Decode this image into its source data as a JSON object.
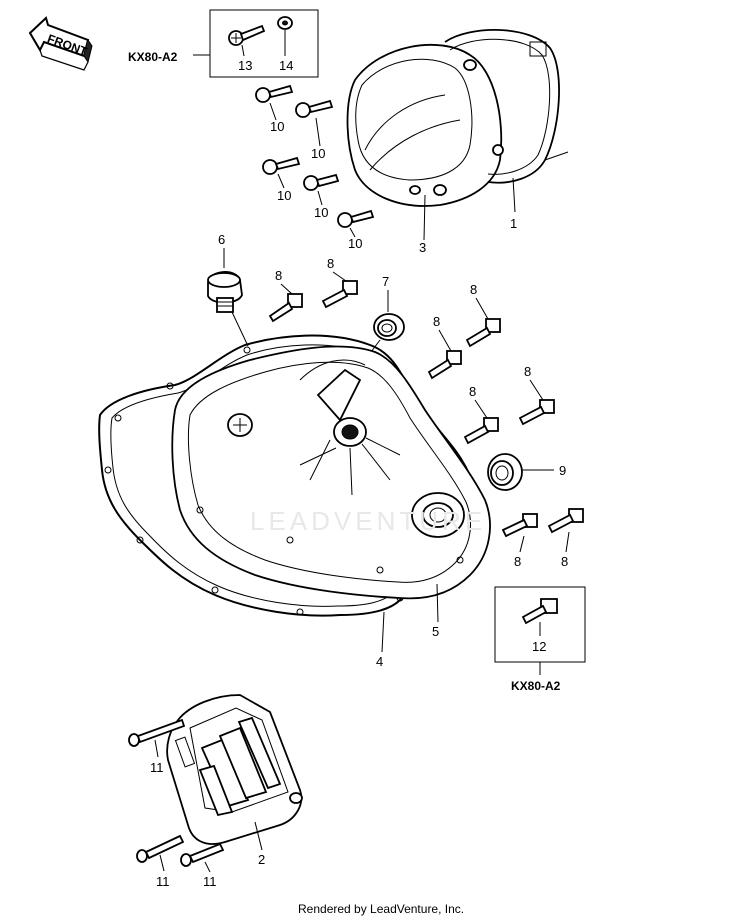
{
  "front_label": "FRONT",
  "kx_labels": [
    "KX80-A2",
    "KX80-A2"
  ],
  "callouts": {
    "n1": "1",
    "n2": "2",
    "n3": "3",
    "n4": "4",
    "n5": "5",
    "n6": "6",
    "n7": "7",
    "n8": "8",
    "n9": "9",
    "n10": "10",
    "n11": "11",
    "n12": "12",
    "n13": "13",
    "n14": "14"
  },
  "watermark": "LEADVENTURE",
  "credit": "Rendered by LeadVenture, Inc."
}
